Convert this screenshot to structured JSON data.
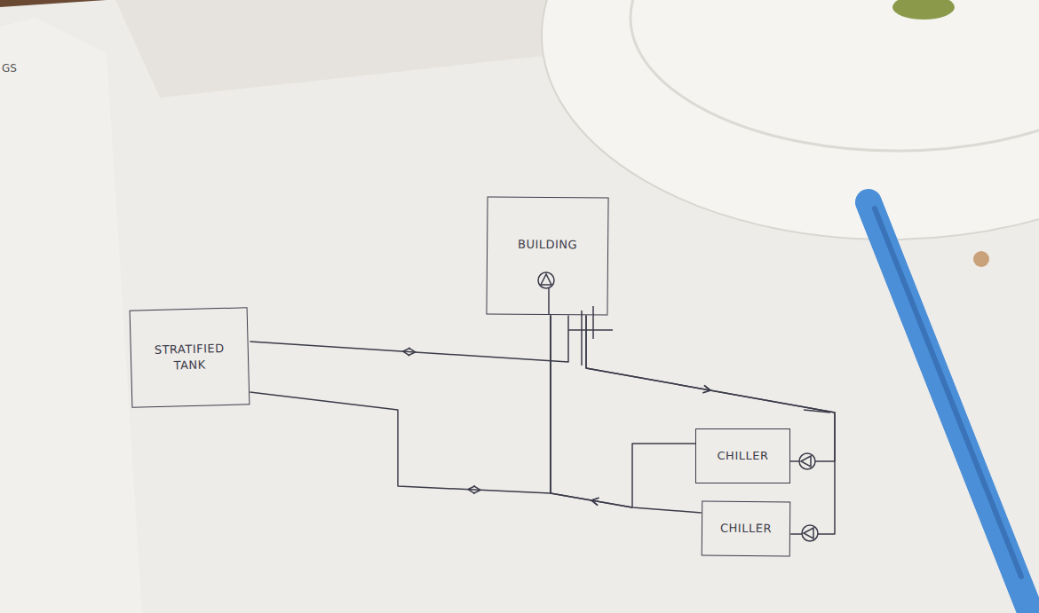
{
  "diagram": {
    "nodes": [
      {
        "text": [
          "STRATIFIED TANK"
        ]
      },
      {
        "text": [
          "BUILDING"
        ]
      },
      {
        "text": [
          "CHILLER"
        ]
      },
      {
        "text": [
          "CHILLER"
        ]
      }
    ],
    "edges": [
      {
        "from": 0,
        "to": 1,
        "arrow": "both"
      },
      {
        "from": 0,
        "to": 1,
        "arrow": "both"
      },
      {
        "from": 1,
        "to": 2,
        "arrow": "to"
      },
      {
        "from": 1,
        "to": 3,
        "arrow": "to"
      },
      {
        "from": 2,
        "to": 1,
        "arrow": "to"
      },
      {
        "from": 3,
        "to": 1,
        "arrow": "to"
      }
    ],
    "labels": [
      "GS"
    ]
  }
}
